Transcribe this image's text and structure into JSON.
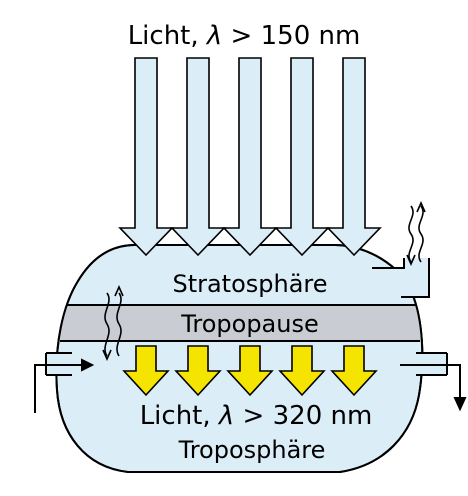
{
  "labels": {
    "top_light_prefix": "Licht, ",
    "lambda": "λ",
    "top_light_suffix": " > 150 nm",
    "stratosphere": "Stratosphäre",
    "tropopause": "Tropopause",
    "bottom_light_prefix": "Licht, ",
    "bottom_light_suffix": " > 320 nm",
    "troposphere": "Troposphäre"
  },
  "colors": {
    "outline": "#000000",
    "vessel_fill": "#dbeef8",
    "tropopause_fill": "#c9cdd3",
    "uv_arrow_fill": "#dbeef8",
    "visible_arrow_fill": "#f4e400"
  },
  "arrows": {
    "uv_count": 5,
    "visible_count": 5
  }
}
